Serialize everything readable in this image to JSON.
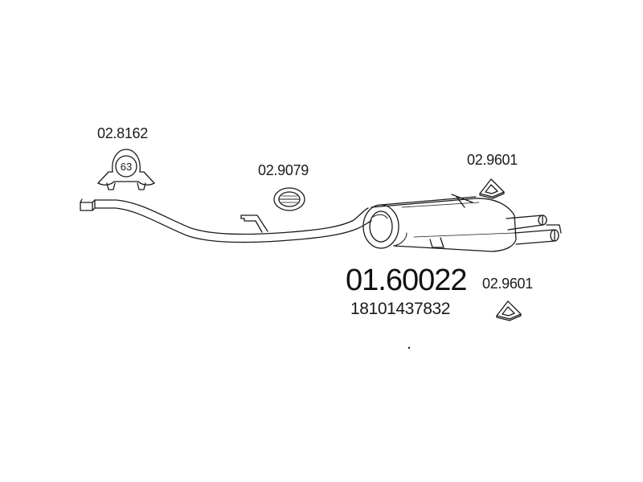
{
  "diagram": {
    "main_part": {
      "number": "01.60022",
      "oe_number": "18101437832"
    },
    "accessories": [
      {
        "id": "clamp",
        "number": "02.8162",
        "size_label": "63",
        "icon": "pipe-clamp-icon"
      },
      {
        "id": "rubber-ring",
        "number": "02.9079",
        "icon": "rubber-mount-ring-icon"
      },
      {
        "id": "mount-upper",
        "number": "02.9601",
        "icon": "rubber-mount-diamond-icon"
      },
      {
        "id": "mount-lower",
        "number": "02.9601",
        "icon": "rubber-mount-diamond-icon"
      }
    ],
    "colors": {
      "line": "#1a1a1a",
      "background": "#ffffff"
    }
  }
}
